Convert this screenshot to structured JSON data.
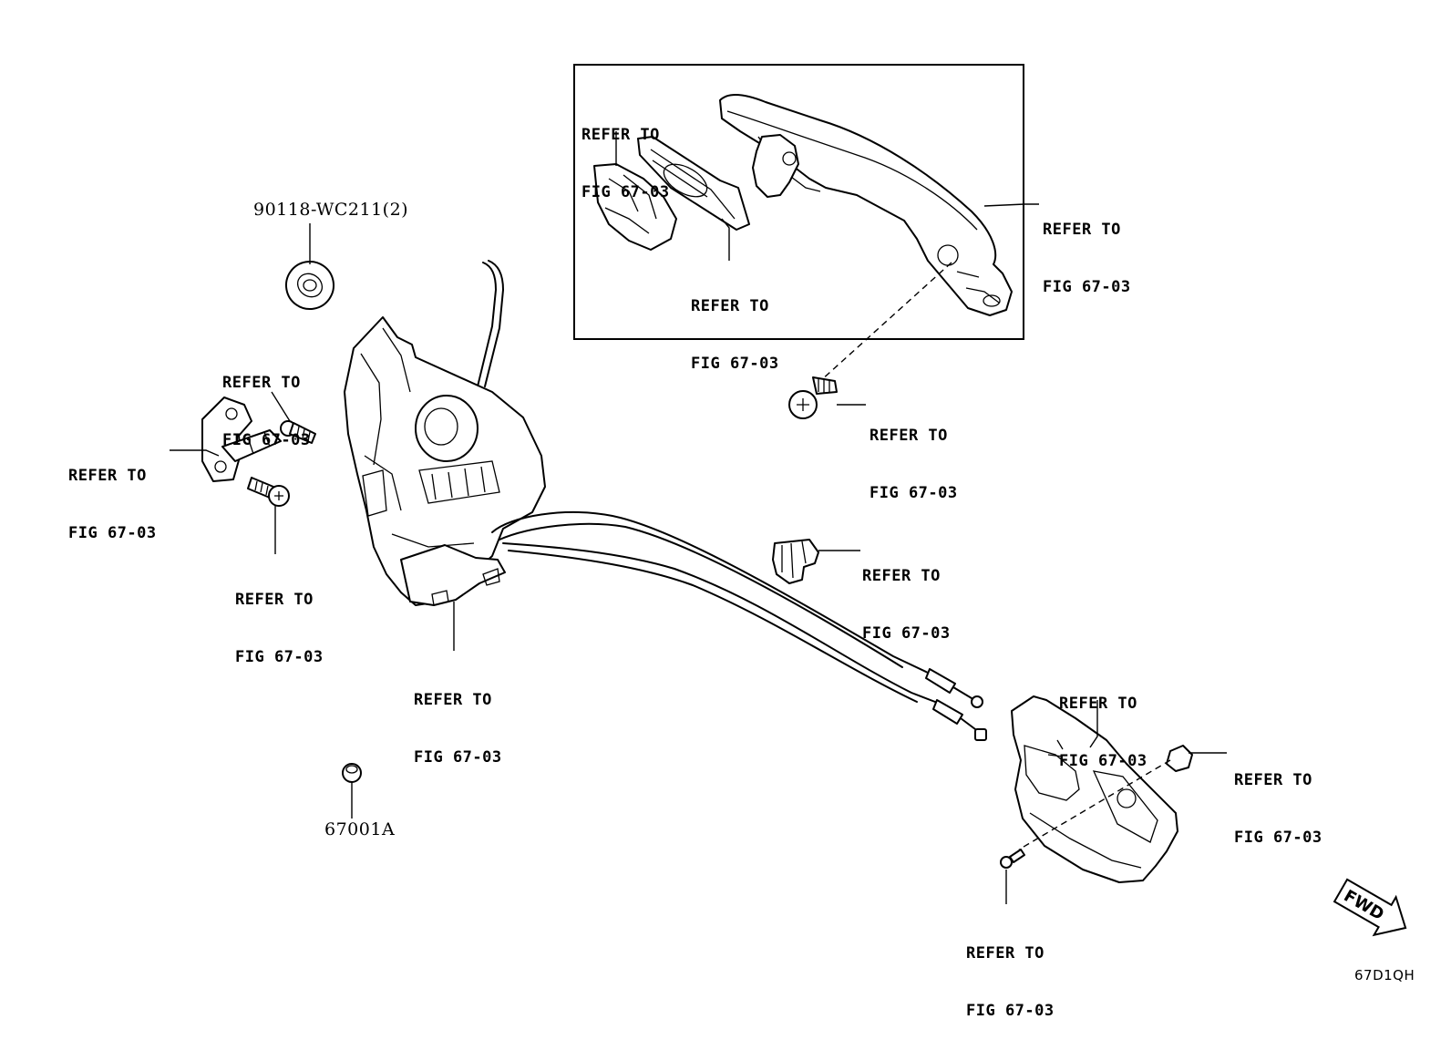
{
  "diagram_code": "67D1QH",
  "direction_badge": "FWD",
  "refer_line1": "REFER TO",
  "refer_line2": "FIG 67-03",
  "part_numbers": {
    "retainer": "90118-WC211(2)",
    "cap": "67001A"
  },
  "callouts": {
    "handle_cover": {
      "line1": "REFER TO",
      "line2": "FIG 67-03"
    },
    "handle_gasket": {
      "line1": "REFER TO",
      "line2": "FIG 67-03"
    },
    "outside_handle": {
      "line1": "REFER TO",
      "line2": "FIG 67-03"
    },
    "handle_screw": {
      "line1": "REFER TO",
      "line2": "FIG 67-03"
    },
    "striker_screw_top": {
      "line1": "REFER TO",
      "line2": "FIG 67-03"
    },
    "door_striker": {
      "line1": "REFER TO",
      "line2": "FIG 67-03"
    },
    "striker_screw_bottom": {
      "line1": "REFER TO",
      "line2": "FIG 67-03"
    },
    "cable_clip": {
      "line1": "REFER TO",
      "line2": "FIG 67-03"
    },
    "door_lock": {
      "line1": "REFER TO",
      "line2": "FIG 67-03"
    },
    "inside_handle": {
      "line1": "REFER TO",
      "line2": "FIG 67-03"
    },
    "handle_plug": {
      "line1": "REFER TO",
      "line2": "FIG 67-03"
    },
    "inside_handle_screw": {
      "line1": "REFER TO",
      "line2": "FIG 67-03"
    }
  }
}
